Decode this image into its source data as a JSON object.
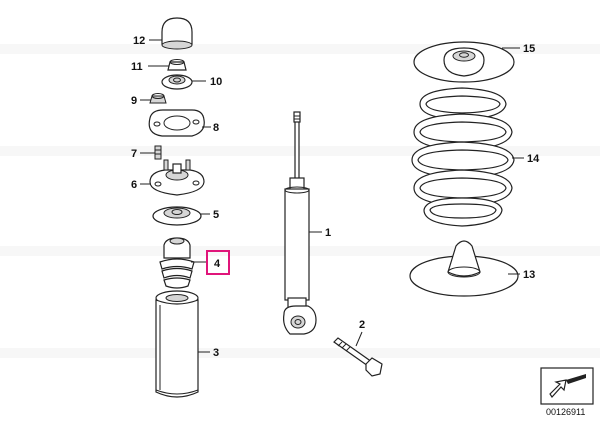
{
  "diagram": {
    "drawing_number": "00126911",
    "highlighted_callout": "4",
    "highlight_color": "#e0157a",
    "callouts": [
      {
        "id": "1",
        "label": "1"
      },
      {
        "id": "2",
        "label": "2"
      },
      {
        "id": "3",
        "label": "3"
      },
      {
        "id": "4",
        "label": "4"
      },
      {
        "id": "5",
        "label": "5"
      },
      {
        "id": "6",
        "label": "6"
      },
      {
        "id": "7",
        "label": "7"
      },
      {
        "id": "8",
        "label": "8"
      },
      {
        "id": "9",
        "label": "9"
      },
      {
        "id": "10",
        "label": "10"
      },
      {
        "id": "11",
        "label": "11"
      },
      {
        "id": "12",
        "label": "12"
      },
      {
        "id": "13",
        "label": "13"
      },
      {
        "id": "14",
        "label": "14"
      },
      {
        "id": "15",
        "label": "15"
      }
    ]
  }
}
